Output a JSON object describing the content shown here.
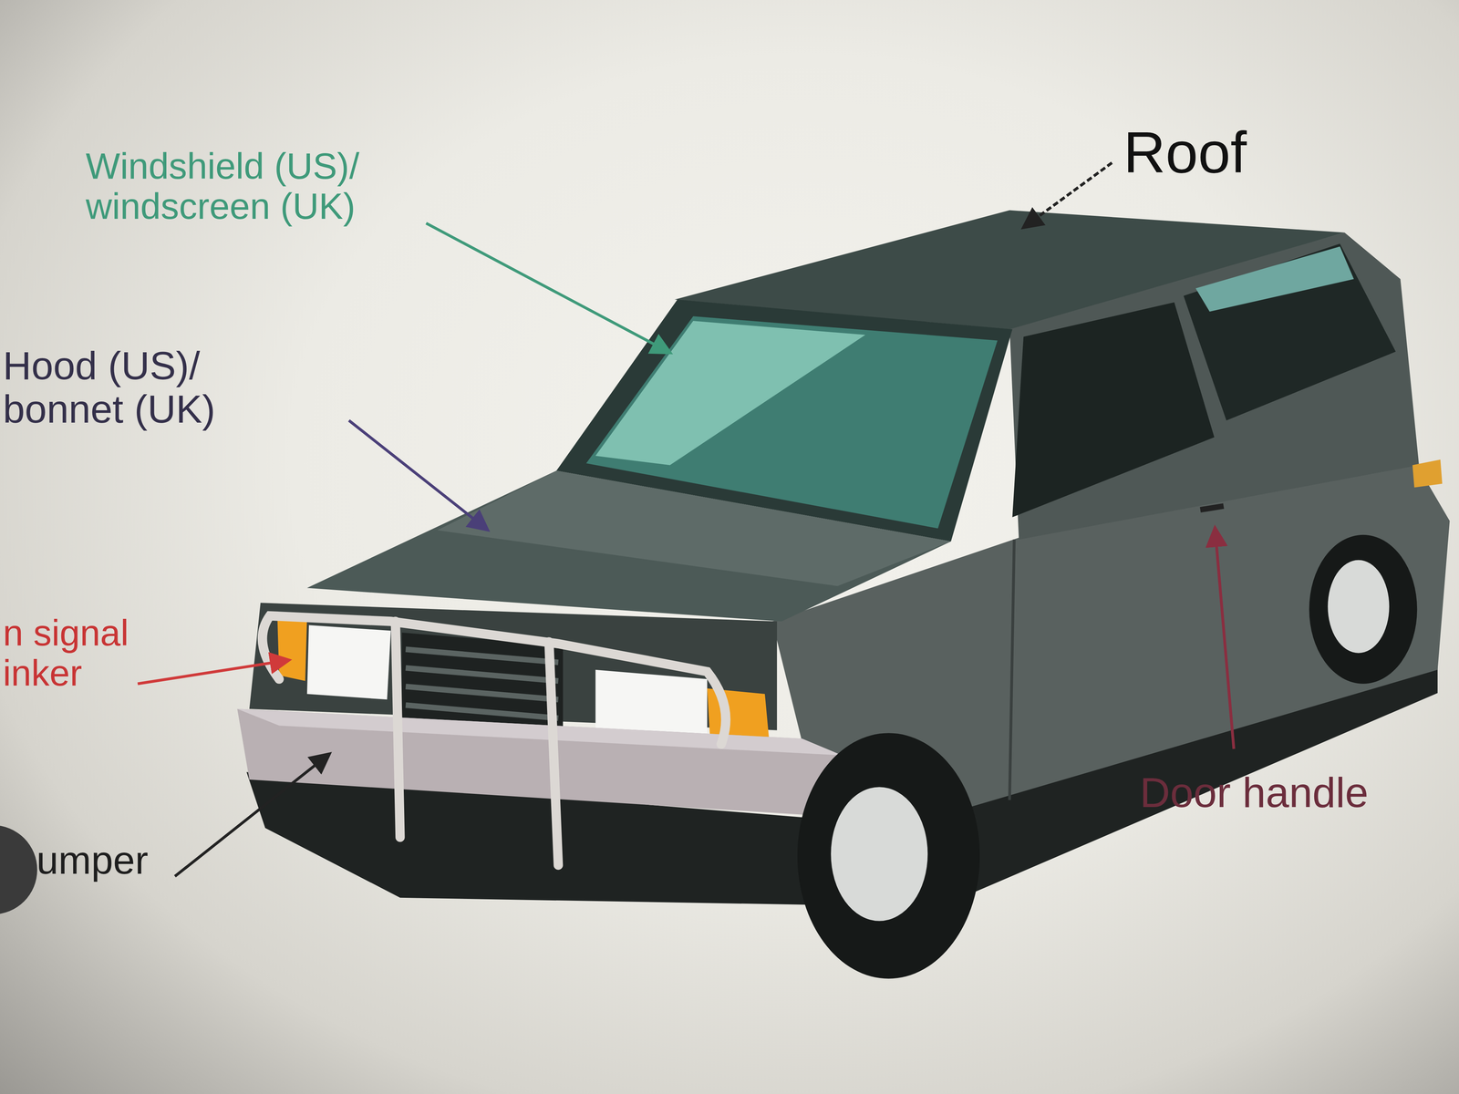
{
  "diagram": {
    "labels": [
      "Windshield (US)/ windscreen (UK)",
      "Roof",
      "Hood (US)/ bonnet (UK)",
      "n signal inker",
      "umper",
      "Door handle"
    ]
  }
}
